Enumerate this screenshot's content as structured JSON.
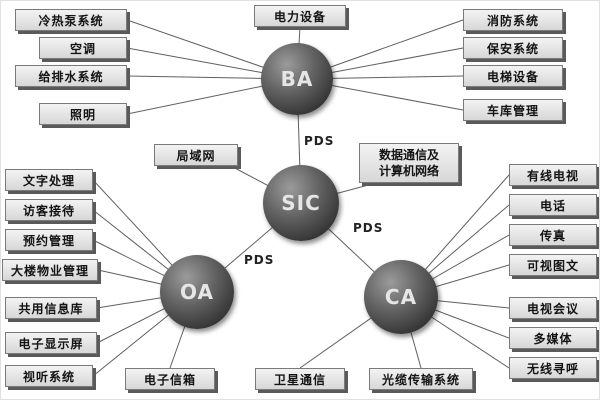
{
  "diagram": {
    "hubs": {
      "ba": "BA",
      "sic": "SIC",
      "oa": "OA",
      "ca": "CA"
    },
    "link_label": "PDS",
    "ba_nodes": {
      "left": [
        "冷热泵系统",
        "空调",
        "给排水系统",
        "照明"
      ],
      "top": "电力设备",
      "right": [
        "消防系统",
        "保安系统",
        "电梯设备",
        "车库管理"
      ]
    },
    "sic_nodes": {
      "left": "局域网",
      "right_line1": "数据通信及",
      "right_line2": "计算机网络"
    },
    "oa_nodes": {
      "left": [
        "文字处理",
        "访客接待",
        "预约管理",
        "大楼物业管理",
        "共用信息库",
        "电子显示屏",
        "视听系统"
      ],
      "bottom": "电子信箱"
    },
    "ca_nodes": {
      "right": [
        "有线电视",
        "电话",
        "传真",
        "可视图文",
        "电视会议",
        "多媒体",
        "无线寻呼"
      ],
      "bottom": [
        "卫星通信",
        "光缆传输系统"
      ]
    },
    "colors": {
      "hub_fill": "#4a4a4a",
      "node_fill": "#e2e2e2",
      "wire": "#5f5f5f"
    }
  }
}
